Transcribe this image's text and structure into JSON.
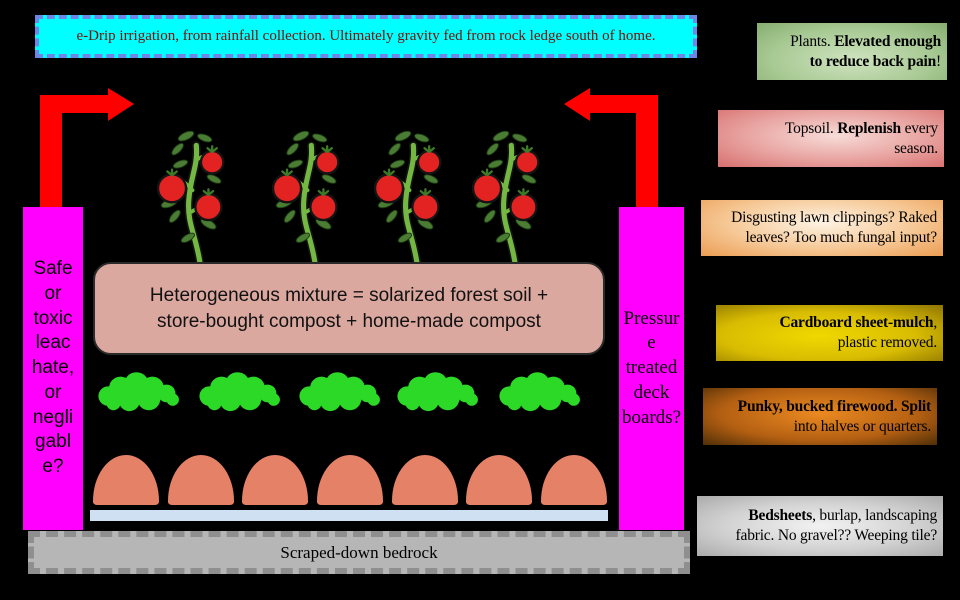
{
  "banner": {
    "text": "e-Drip irrigation, from rainfall collection. Ultimately gravity fed from rock ledge south of home."
  },
  "bed": {
    "left_board_label": "Safe\nor\ntoxic\nleac\nhate,\nor\nnegli\ngabl\ne?",
    "right_board_label": "Pressur\ne\ntreated\ndeck\nboards?",
    "soil_label": "Heterogeneous mixture = solarized forest soil +\nstore-bought compost + home-made compost",
    "bedrock_label": "Scraped-down bedrock",
    "plant_count": 4,
    "clippings_count": 5,
    "log_count": 7
  },
  "notes": {
    "plants": {
      "pre": "Plants. ",
      "bold": "Elevated enough\nto reduce back pain",
      "post": "!"
    },
    "topsoil": {
      "pre": "Topsoil. ",
      "bold": "Replenish",
      "post": " every\nseason."
    },
    "clippings": {
      "pre": "Disgusting lawn clippings? Raked\nleaves? Too much fungal input?",
      "bold": "",
      "post": ""
    },
    "cardboard": {
      "pre": "",
      "bold": "Cardboard sheet-mulch",
      "post": ",\nplastic removed."
    },
    "firewood": {
      "pre": "",
      "bold": "Punky, bucked firewood. Split",
      "post": "\ninto halves or quarters."
    },
    "bedsheets": {
      "pre": "",
      "bold": "Bedsheets",
      "post": ", burlap, landscaping\nfabric. No gravel?? Weeping tile?"
    }
  },
  "colors": {
    "background": "#000000",
    "banner_fill": "#00ffff",
    "banner_border": "#6f86e8",
    "banner_text": "#7a1008",
    "arrow_red": "#ff0000",
    "board_magenta": "#ff00ff",
    "soil_pink": "#dba8a0",
    "tomato_red": "#e32222",
    "stem_green": "#74b843",
    "leaf_green": "#4a7c33",
    "clippings_green": "#2bd926",
    "log_salmon": "#e48166",
    "sheet_blue": "#cfe0f2",
    "bedrock_gray": "#b6b6b6"
  },
  "icons": {
    "tomato_plant": "tomato-plant-icon",
    "clippings_blob": "clippings-blob-icon",
    "firewood_log": "firewood-log-shape",
    "elbow_arrow": "elbow-arrow-icon"
  }
}
